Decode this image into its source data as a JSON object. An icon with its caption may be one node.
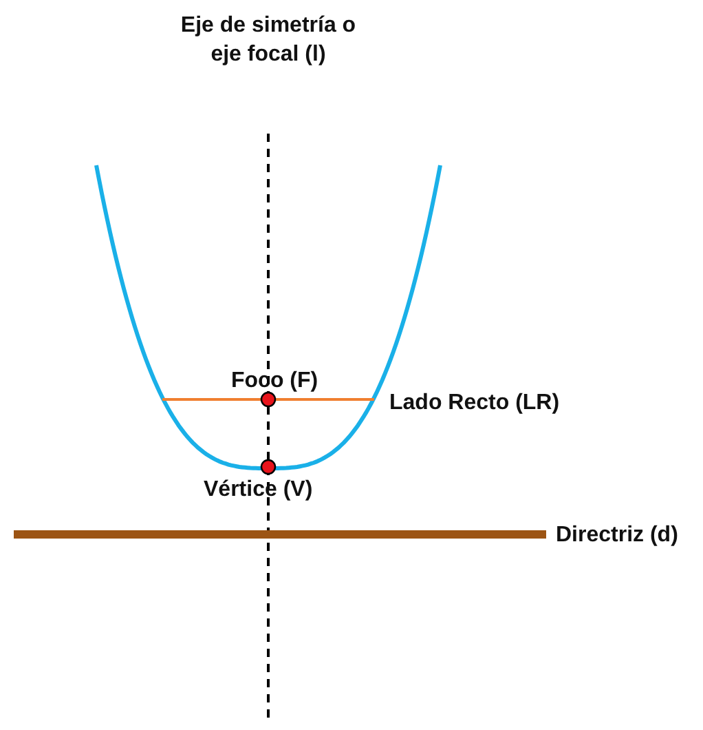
{
  "diagram": {
    "labels": [
      "Eje de simetría o eje focal (l)",
      "Foco (F)",
      "Lado Recto (LR)",
      "Vértice (V)",
      "Directriz (d)"
    ]
  }
}
